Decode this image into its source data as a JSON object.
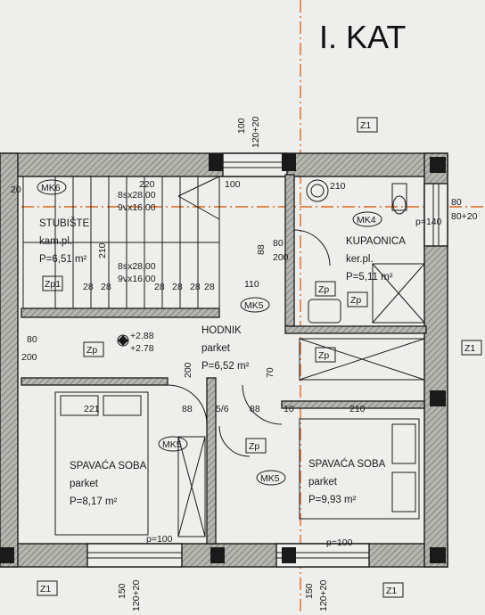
{
  "title": "I. KAT",
  "colors": {
    "paper": "#eeeeec",
    "ink": "#1a1a1a",
    "wall_fill": "#9b9b96",
    "axis": "#d9691e"
  },
  "rooms": [
    {
      "id": "stubiste",
      "name": "STUBIŠTE",
      "floor": "kam.pl.",
      "area": "P=6,51 m²"
    },
    {
      "id": "kupaonica",
      "name": "KUPAONICA",
      "floor": "ker.pl.",
      "area": "P=5,11 m²"
    },
    {
      "id": "hodnik",
      "name": "HODNIK",
      "floor": "parket",
      "area": "P=6,52 m²"
    },
    {
      "id": "spavaca1",
      "name": "SPAVAĆA SOBA",
      "floor": "parket",
      "area": "P=8,17 m²"
    },
    {
      "id": "spavaca2",
      "name": "SPAVAĆA SOBA",
      "floor": "parket",
      "area": "P=9,93 m²"
    }
  ],
  "tags": {
    "z1": "Z1",
    "zp": "Zp",
    "zp1": "Zp1",
    "mk4": "MK4",
    "mk5": "MK5",
    "mk6": "MK6"
  },
  "stairs": {
    "upper": "8sx28.00",
    "upper2": "9vx16.00",
    "lower": "8sx28.00",
    "lower2": "9vx16.00",
    "tread": "28",
    "width": "210"
  },
  "levels": {
    "a": "+2.88",
    "b": "+2.78"
  },
  "dims": {
    "d20": "20",
    "d220": "220",
    "d210": "210",
    "d110": "110",
    "d100": "100",
    "d88": "88",
    "d80": "80",
    "d200": "200",
    "d221": "221",
    "d56": "5/6",
    "d10": "10",
    "d70": "70",
    "d140": "p=140",
    "p100": "p=100",
    "p100b": "p=100",
    "win1": "120+20",
    "win2": "120+20",
    "d150": "150",
    "side80": "80",
    "side80_20": "80+20",
    "s120": "120+20"
  }
}
